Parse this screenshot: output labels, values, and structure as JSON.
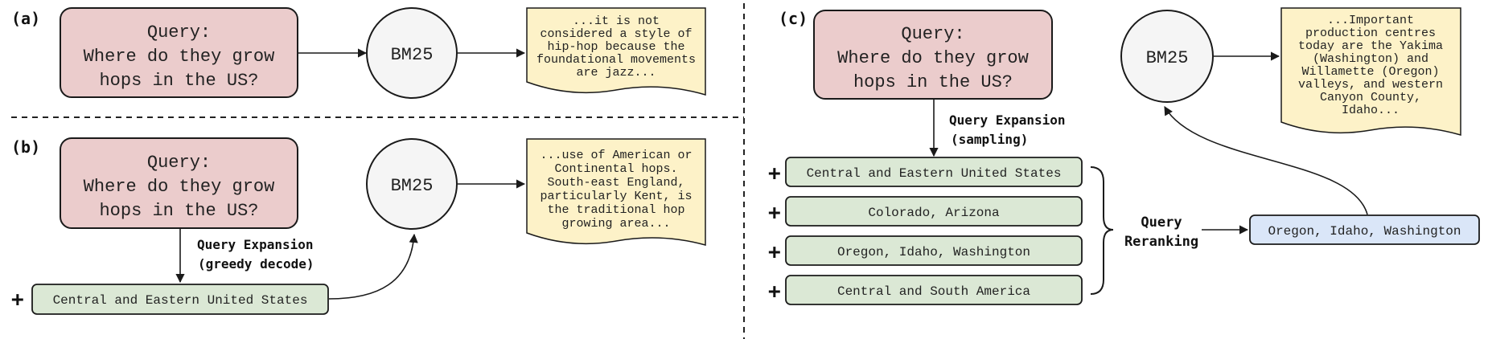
{
  "panels": {
    "a": {
      "label": "(a)",
      "query": [
        "Query:",
        "Where do they grow",
        "hops in the US?"
      ],
      "bm25": "BM25",
      "doc": [
        "...it is not",
        "considered a style of",
        "hip-hop because the",
        "foundational movements",
        "are jazz..."
      ]
    },
    "b": {
      "label": "(b)",
      "query": [
        "Query:",
        "Where do they grow",
        "hops in the US?"
      ],
      "bm25": "BM25",
      "expansion_label": [
        "Query Expansion",
        "(greedy decode)"
      ],
      "plus": "+",
      "expansion": "Central and Eastern United States",
      "doc": [
        "...use of American or",
        "Continental hops.",
        "South-east England,",
        "particularly Kent, is",
        "the traditional hop",
        "growing area..."
      ]
    },
    "c": {
      "label": "(c)",
      "query": [
        "Query:",
        "Where do they grow",
        "hops in the US?"
      ],
      "bm25": "BM25",
      "expansion_label": [
        "Query Expansion",
        "(sampling)"
      ],
      "candidates": [
        {
          "plus": "+",
          "text": "Central and Eastern United States"
        },
        {
          "plus": "+",
          "text": "Colorado, Arizona"
        },
        {
          "plus": "+",
          "text": "Oregon, Idaho, Washington"
        },
        {
          "plus": "+",
          "text": "Central and South America"
        }
      ],
      "rerank_label": [
        "Query",
        "Reranking"
      ],
      "selected": "Oregon, Idaho, Washington",
      "doc": [
        "...Important",
        "production centres",
        "today are the Yakima",
        "(Washington) and",
        "Willamette (Oregon)",
        "valleys, and western",
        "Canyon County,",
        "Idaho..."
      ]
    }
  },
  "colors": {
    "query_fill": "#ebcccc",
    "bm25_fill": "#f5f5f5",
    "doc_fill": "#fdf2c8",
    "expansion_fill": "#dbe8d5",
    "selected_fill": "#dae6f8",
    "stroke": "#1a1a1a"
  }
}
